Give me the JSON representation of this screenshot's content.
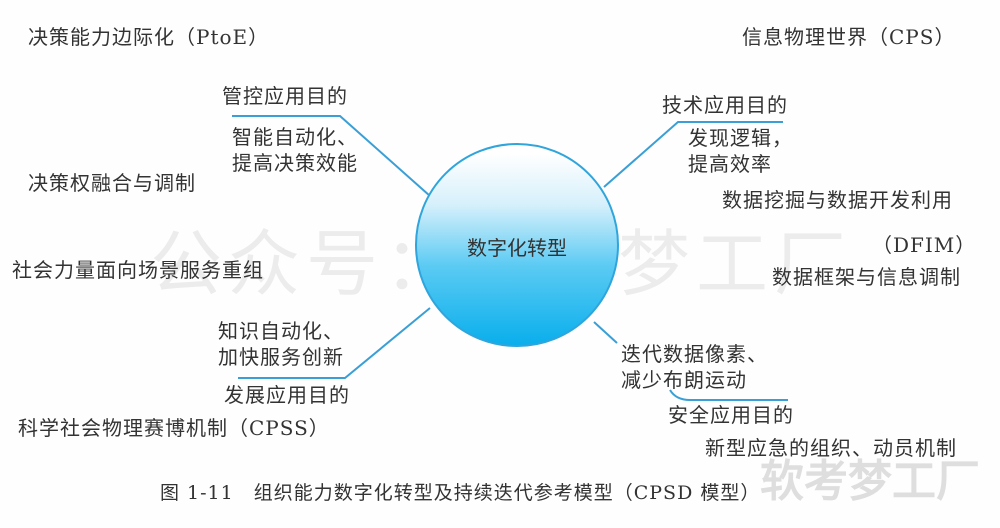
{
  "center": "数字化转型",
  "corners": {
    "top_left": "决策能力边际化（PtoE）",
    "top_right": "信息物理世界（CPS）",
    "bottom_left": "科学社会物理赛博机制（CPSS）",
    "right_middle_label": "（DFIM）"
  },
  "upper_left": {
    "purpose": "管控应用目的",
    "line1": "智能自动化、",
    "line2": "提高决策效能"
  },
  "upper_right": {
    "purpose": "技术应用目的",
    "line1": "发现逻辑，",
    "line2": "提高效率"
  },
  "lower_left": {
    "purpose": "发展应用目的",
    "line1": "知识自动化、",
    "line2": "加快服务创新"
  },
  "lower_right": {
    "purpose": "安全应用目的",
    "line1": "迭代数据像素、",
    "line2": "减少布朗运动"
  },
  "left_items": [
    "决策权融合与调制",
    "社会力量面向场景服务重组"
  ],
  "right_items": [
    "数据挖掘与数据开发利用",
    "数据框架与信息调制",
    "新型应急的组织、动员机制"
  ],
  "caption": "图 1-11　组织能力数字化转型及持续迭代参考模型（CPSD 模型）",
  "watermark": "公众号：软考梦工厂",
  "watermark_logo": "软考梦工厂",
  "colors": {
    "line": "#3a9fd6",
    "circle_top": "#ffffff",
    "circle_bottom": "#0bb0ee"
  }
}
